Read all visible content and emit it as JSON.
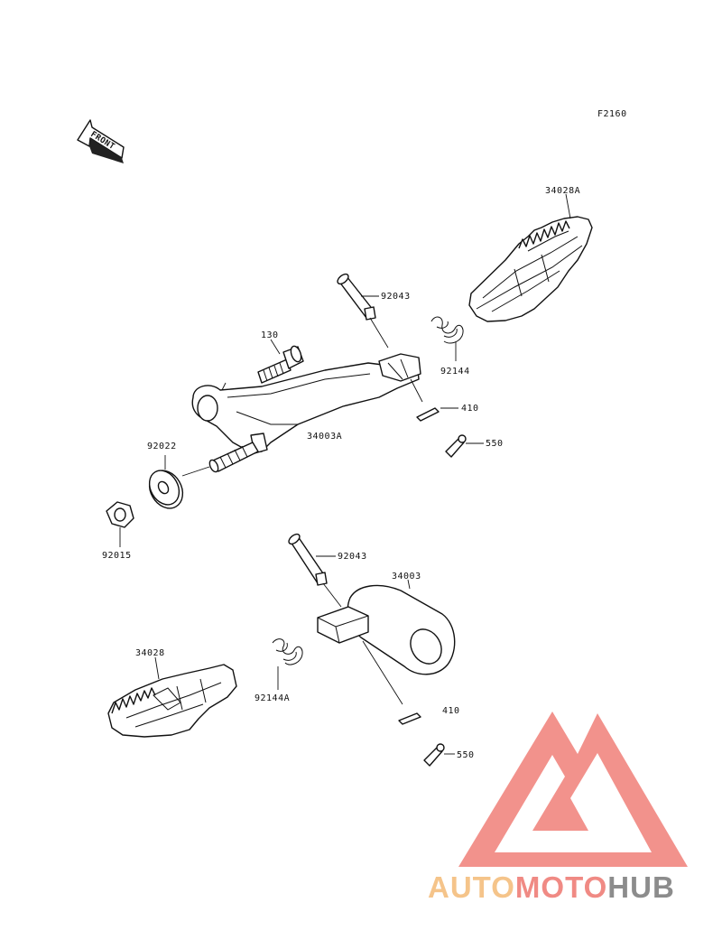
{
  "figure_code": "F2160",
  "front_label": "FRONT",
  "callouts": {
    "p34028A": "34028A",
    "p92043_upper": "92043",
    "p92144": "92144",
    "p130": "130",
    "p410_upper": "410",
    "p550_upper": "550",
    "p34003A": "34003A",
    "p92022": "92022",
    "p92015": "92015",
    "p92043_lower": "92043",
    "p34003": "34003",
    "p34028": "34028",
    "p92144A": "92144A",
    "p410_lower": "410",
    "p550_lower": "550"
  },
  "watermark": {
    "part1": "AUTO",
    "part2": "MOTO",
    "part3": "HUB",
    "color_auto": "#f5c48a",
    "color_moto": "#f08a84",
    "color_hub": "#8c8c8c",
    "logo_color": "#f07f78"
  }
}
